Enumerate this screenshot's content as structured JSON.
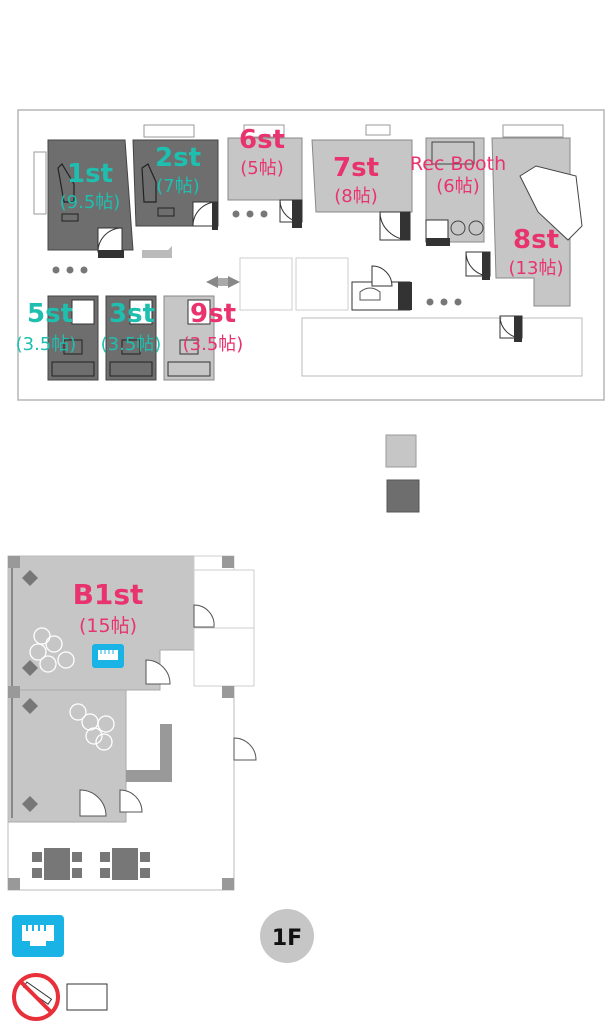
{
  "colors": {
    "pink": "#e8336e",
    "teal": "#1fbfb0",
    "room_light": "#c6c6c6",
    "room_dark": "#6e6e6e",
    "wall": "#b0b0b0",
    "lan_blue": "#1ab3e6",
    "no_smoking_red": "#e8303a"
  },
  "floors": {
    "upper": {
      "rooms": [
        {
          "name": "1st",
          "size": "(9.5帖)",
          "color": "teal"
        },
        {
          "name": "2st",
          "size": "(7帖)",
          "color": "teal"
        },
        {
          "name": "6st",
          "size": "(5帖)",
          "color": "pink"
        },
        {
          "name": "7st",
          "size": "(8帖)",
          "color": "pink"
        },
        {
          "name": "Rec Booth",
          "size": "(6帖)",
          "color": "pink"
        },
        {
          "name": "8st",
          "size": "(13帖)",
          "color": "pink"
        },
        {
          "name": "5st",
          "size": "(3.5帖)",
          "color": "teal"
        },
        {
          "name": "3st",
          "size": "(3.5帖)",
          "color": "teal"
        },
        {
          "name": "9st",
          "size": "(3.5帖)",
          "color": "pink"
        }
      ]
    },
    "basement": {
      "rooms": [
        {
          "name": "B1st",
          "size": "(15帖)",
          "color": "pink"
        }
      ]
    }
  },
  "legend": {
    "swatch_light": "light-gray-room",
    "swatch_dark": "dark-gray-room",
    "lan_icon": "lan-port-icon",
    "no_smoking_icon": "no-smoking-icon"
  },
  "floor_badge": "1F"
}
